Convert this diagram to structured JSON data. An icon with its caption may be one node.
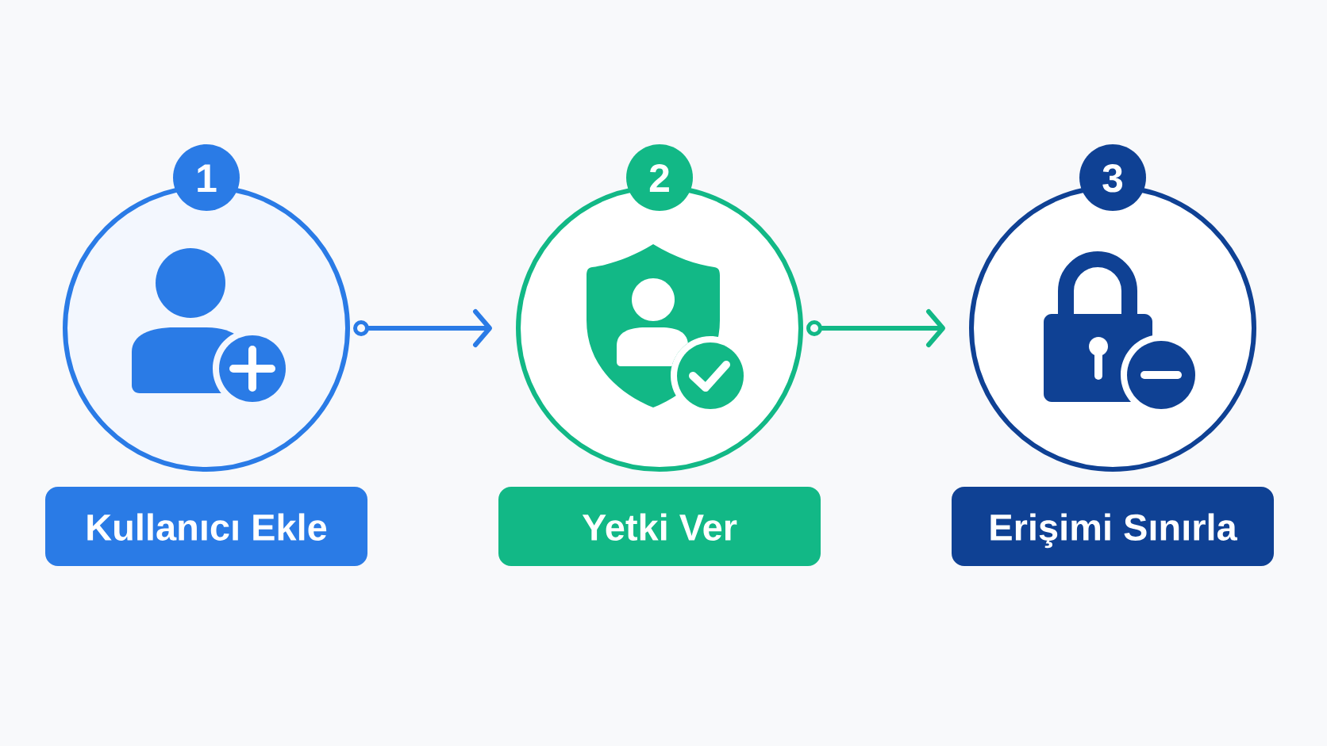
{
  "diagram": {
    "nodes": [
      {
        "text": [
          "1"
        ]
      },
      {
        "text": [],
        "shape": "circle"
      },
      {
        "text": [
          "Kullanıcı Ekle"
        ]
      },
      {
        "text": [
          "2"
        ]
      },
      {
        "text": [],
        "shape": "circle"
      },
      {
        "text": [
          "Yetki Ver"
        ]
      },
      {
        "text": [
          "3"
        ]
      },
      {
        "text": [],
        "shape": "circle"
      },
      {
        "text": [
          "Erişimi Sınırla"
        ]
      }
    ],
    "edges": [
      {
        "from": 1,
        "to": 4,
        "arrow": "to",
        "color": "#2a7be6"
      },
      {
        "from": 4,
        "to": 7,
        "arrow": "to",
        "color": "#12b886"
      }
    ]
  }
}
